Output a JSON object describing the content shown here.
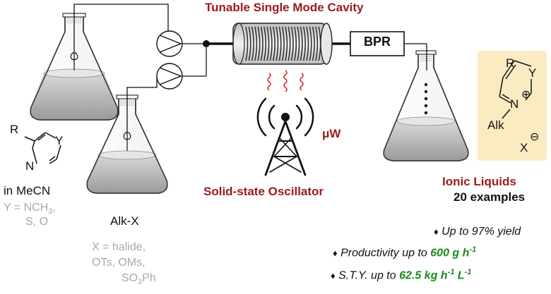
{
  "title": "Tunable Single Mode Cavity",
  "bpr_label": "BPR",
  "oscillator_label": "Solid-state Oscillator",
  "microwave_label": "μW",
  "left_flask": {
    "solvent": "in MeCN",
    "ring_R": "R",
    "ring_Y": "Y",
    "ring_N": "N",
    "y_options_line1": "Y = NCH",
    "y_options_sub": "3",
    "y_options_tail": ",",
    "y_options_line2": "S, O"
  },
  "middle_flask": {
    "reagent": "Alk-X",
    "x_line1": "X = halide,",
    "x_line2": "OTs, OMs,",
    "x_line3": "SO",
    "x_line3_sub": "3",
    "x_line3_tail": "Ph"
  },
  "product": {
    "R": "R",
    "Y": "Y",
    "N": "N",
    "charge_plus": "⊕",
    "alk": "Alk",
    "charge_minus": "⊖",
    "X": "X",
    "box_color": "#faebc2"
  },
  "results": {
    "title": "Ionic Liquids",
    "count": "20 examples",
    "bullet": "♦",
    "b1": "Up to 97% yield",
    "b2_prefix": "Productivity up to ",
    "b2_value": "600 g h",
    "b2_sup": "-1",
    "b3_prefix": "S.T.Y. up to ",
    "b3_value": "62.5 kg h",
    "b3_sup1": "-1",
    "b3_value2": " L",
    "b3_sup2": "-1"
  },
  "colors": {
    "title_red": "#9b1b1b",
    "value_green": "#1a8a1a",
    "wave_red": "#e02020",
    "label_gray": "#a8a8a8"
  },
  "icons": [
    "erlenmeyer-flask-icon",
    "stir-bar-icon",
    "pump-icon",
    "coil-reactor-icon",
    "antenna-tower-icon",
    "microwave-waves-icon"
  ]
}
